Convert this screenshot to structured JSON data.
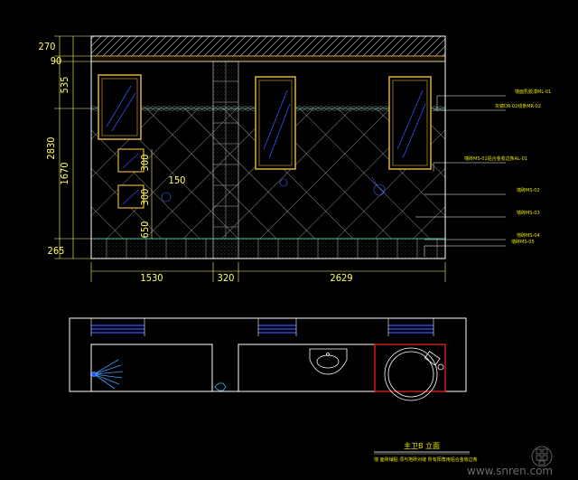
{
  "colors": {
    "background": "#000000",
    "linework": "#ffffff",
    "dimension": "#ffff66",
    "frame": "#e0b040",
    "tile_grid": "#bbbbbb",
    "glass": "#3050ff",
    "accent_red": "#ff2020",
    "teal": "#40c0a0"
  },
  "elevation": {
    "vertical_dims": [
      "270",
      "90",
      "535",
      "1670",
      "265"
    ],
    "total_height": "2830",
    "horizontal_dims": [
      "1530",
      "320",
      "2629"
    ],
    "inner_dims": [
      "300",
      "300",
      "650",
      "150"
    ]
  },
  "callouts": [
    "墙面乳胶漆ML-01",
    "灰镜DR-02线条MR-02",
    "墙砖MS-01铝合金收边条AL-01",
    "墙砖MS-02",
    "墙砖MS-03",
    "地砖MS-04",
    "墙砖MS-05"
  ],
  "drawing_title": "主卫B 立面",
  "drawing_note": "墙 面砖铺贴 须与地砖对缝 所有阳角用铝合金收边条",
  "watermark": "www.snren.com",
  "icons": [
    "stamp-icon",
    "shower-fan-icon",
    "washbasin-icon",
    "toilet-icon",
    "drain-icon"
  ]
}
